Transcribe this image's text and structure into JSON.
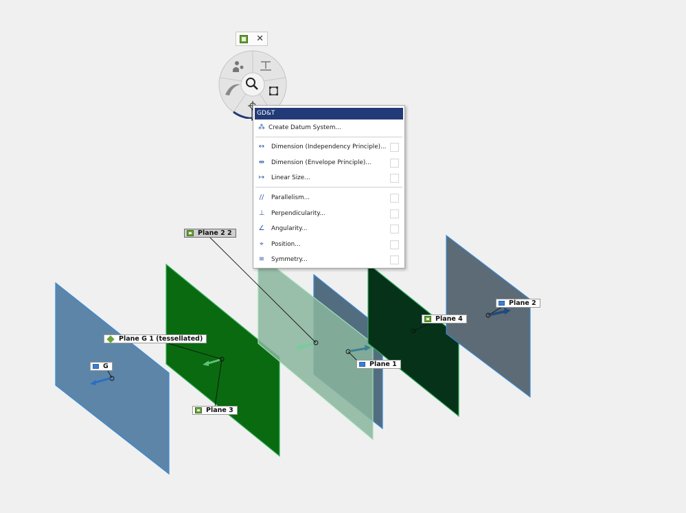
{
  "viewport": {
    "background": "#f0f0f0",
    "planes": [
      {
        "name": "plane-G",
        "color": "#5d85a8"
      },
      {
        "name": "plane-3",
        "color": "#0a6a10"
      },
      {
        "name": "plane-2-2",
        "color": "#8ab59d"
      },
      {
        "name": "plane-1",
        "color": "#536d80"
      },
      {
        "name": "plane-4",
        "color": "#06321a"
      },
      {
        "name": "plane-2",
        "color": "#5c6b75"
      }
    ],
    "labels": [
      {
        "id": "g",
        "text": "G",
        "icon": "blue-plane-icon"
      },
      {
        "id": "plane-g1",
        "text": "Plane G 1 (tessellated)",
        "icon": "tessellated-icon"
      },
      {
        "id": "plane-3",
        "text": "Plane 3",
        "icon": "green-plane-icon"
      },
      {
        "id": "plane-2-2",
        "text": "Plane 2 2",
        "icon": "green-plane-icon"
      },
      {
        "id": "plane-1",
        "text": "Plane 1",
        "icon": "blue-plane-icon"
      },
      {
        "id": "plane-4",
        "text": "Plane 4",
        "icon": "green-plane-icon"
      },
      {
        "id": "plane-2",
        "text": "Plane 2",
        "icon": "blue-plane-icon"
      }
    ]
  },
  "mini_toolbar": {
    "icon": "green-plane-icon",
    "close": "✕"
  },
  "radial_menu": {
    "center_icon": "magnifier-icon",
    "segments": [
      "select-by-icon",
      "text-annotation-icon",
      "bounding-box-icon",
      "gdt-position-icon",
      "curve-icon"
    ]
  },
  "context_menu": {
    "header": "GD&T",
    "items": [
      {
        "label": "Create Datum System...",
        "icon": "datum-system-icon",
        "glyph": "⁂"
      },
      {
        "label": "Dimension (Independency Principle)...",
        "icon": "independency-dimension-icon",
        "glyph": "↔"
      },
      {
        "label": "Dimension (Envelope Principle)...",
        "icon": "envelope-dimension-icon",
        "glyph": "⇹"
      },
      {
        "label": "Linear Size...",
        "icon": "linear-size-icon",
        "glyph": "↦"
      },
      {
        "label": "Parallelism...",
        "icon": "parallelism-icon",
        "glyph": "//"
      },
      {
        "label": "Perpendicularity...",
        "icon": "perpendicularity-icon",
        "glyph": "⊥"
      },
      {
        "label": "Angularity...",
        "icon": "angularity-icon",
        "glyph": "∠"
      },
      {
        "label": "Position...",
        "icon": "position-icon",
        "glyph": "⌖"
      },
      {
        "label": "Symmetry...",
        "icon": "symmetry-icon",
        "glyph": "≡"
      }
    ],
    "accent": "#233a78"
  }
}
